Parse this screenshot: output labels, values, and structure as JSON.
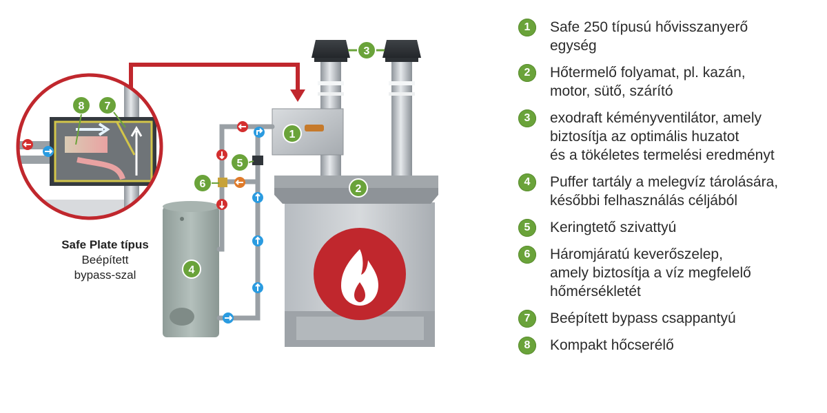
{
  "diagram": {
    "markers": [
      "1",
      "2",
      "3",
      "4",
      "5",
      "6",
      "7",
      "8"
    ],
    "colors": {
      "accent_red": "#c0272d",
      "badge_green": "#6aa33a",
      "hot_pipe": "#d32f2f",
      "cold_pipe": "#2a9be0",
      "mix_pipe": "#e07b2a"
    }
  },
  "detail": {
    "title": "Safe Plate típus",
    "subtitle_line1": "Beépített",
    "subtitle_line2": "bypass-szal"
  },
  "legend": [
    {
      "num": "1",
      "line1": "Safe 250 típusú hővisszanyerő",
      "line2": "egység",
      "line3": ""
    },
    {
      "num": "2",
      "line1": "Hőtermelő folyamat, pl. kazán,",
      "line2": "motor, sütő, szárító",
      "line3": ""
    },
    {
      "num": "3",
      "line1": "exodraft kéményventilátor, amely",
      "line2": "biztosítja az optimális huzatot",
      "line3": "és a tökéletes termelési eredményt"
    },
    {
      "num": "4",
      "line1": "Puffer tartály a melegvíz tárolására,",
      "line2": "későbbi felhasználás céljából",
      "line3": ""
    },
    {
      "num": "5",
      "line1": "Keringtető szivattyú",
      "line2": "",
      "line3": ""
    },
    {
      "num": "6",
      "line1": "Háromjáratú keverőszelep,",
      "line2": "amely biztosítja a víz megfelelő",
      "line3": "hőmérsékletét"
    },
    {
      "num": "7",
      "line1": "Beépített bypass csappantyú",
      "line2": "",
      "line3": ""
    },
    {
      "num": "8",
      "line1": "Kompakt hőcserélő",
      "line2": "",
      "line3": ""
    }
  ]
}
